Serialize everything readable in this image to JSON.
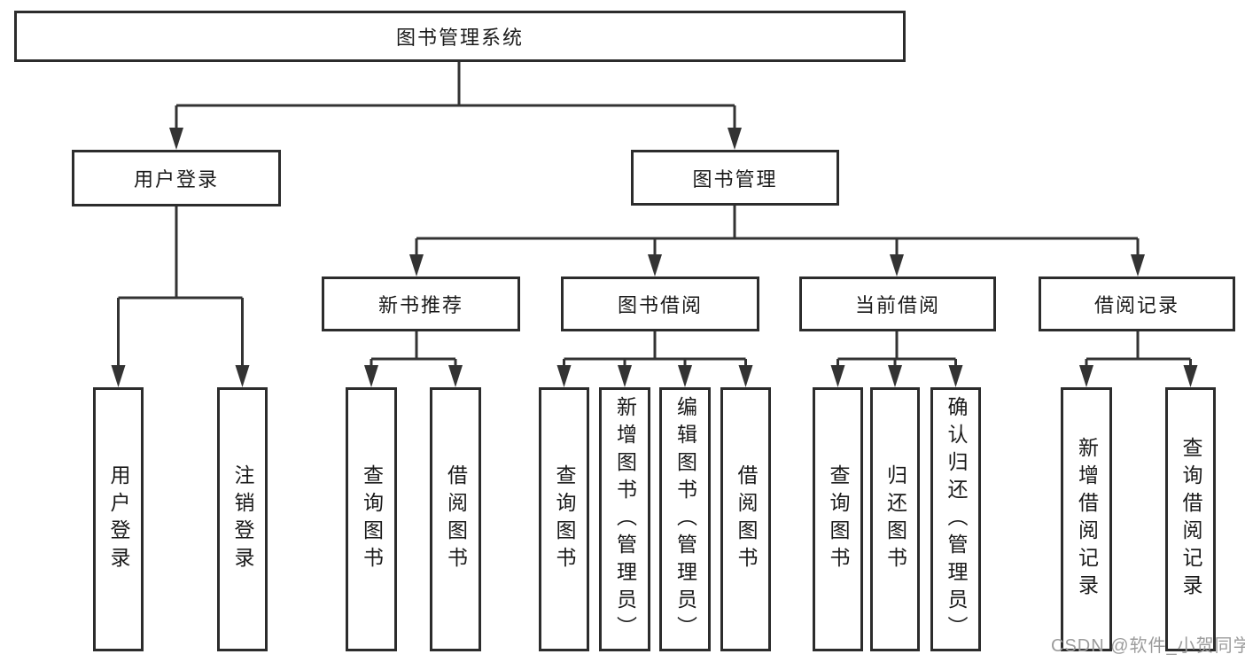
{
  "watermark": "CSDN @软件_小贺同学",
  "colors": {
    "line": "#333333",
    "box_border": "#2c2c2c",
    "text": "#1a1a1a",
    "watermark_text": "#9c9c9c",
    "background": "#ffffff"
  },
  "tree": {
    "root": {
      "label": "图书管理系统"
    },
    "branches": [
      {
        "label": "用户登录",
        "children": [
          {
            "label": "用户登录"
          },
          {
            "label": "注销登录"
          }
        ]
      },
      {
        "label": "图书管理",
        "children": [
          {
            "label": "新书推荐",
            "children": [
              {
                "label": "查询图书"
              },
              {
                "label": "借阅图书"
              }
            ]
          },
          {
            "label": "图书借阅",
            "children": [
              {
                "label": "查询图书"
              },
              {
                "label": "新增图书（管理员）"
              },
              {
                "label": "编辑图书（管理员）"
              },
              {
                "label": "借阅图书"
              }
            ]
          },
          {
            "label": "当前借阅",
            "children": [
              {
                "label": "查询图书"
              },
              {
                "label": "归还图书"
              },
              {
                "label": "确认归还（管理员）"
              }
            ]
          },
          {
            "label": "借阅记录",
            "children": [
              {
                "label": "新增借阅记录"
              },
              {
                "label": "查询借阅记录"
              }
            ]
          }
        ]
      }
    ]
  }
}
